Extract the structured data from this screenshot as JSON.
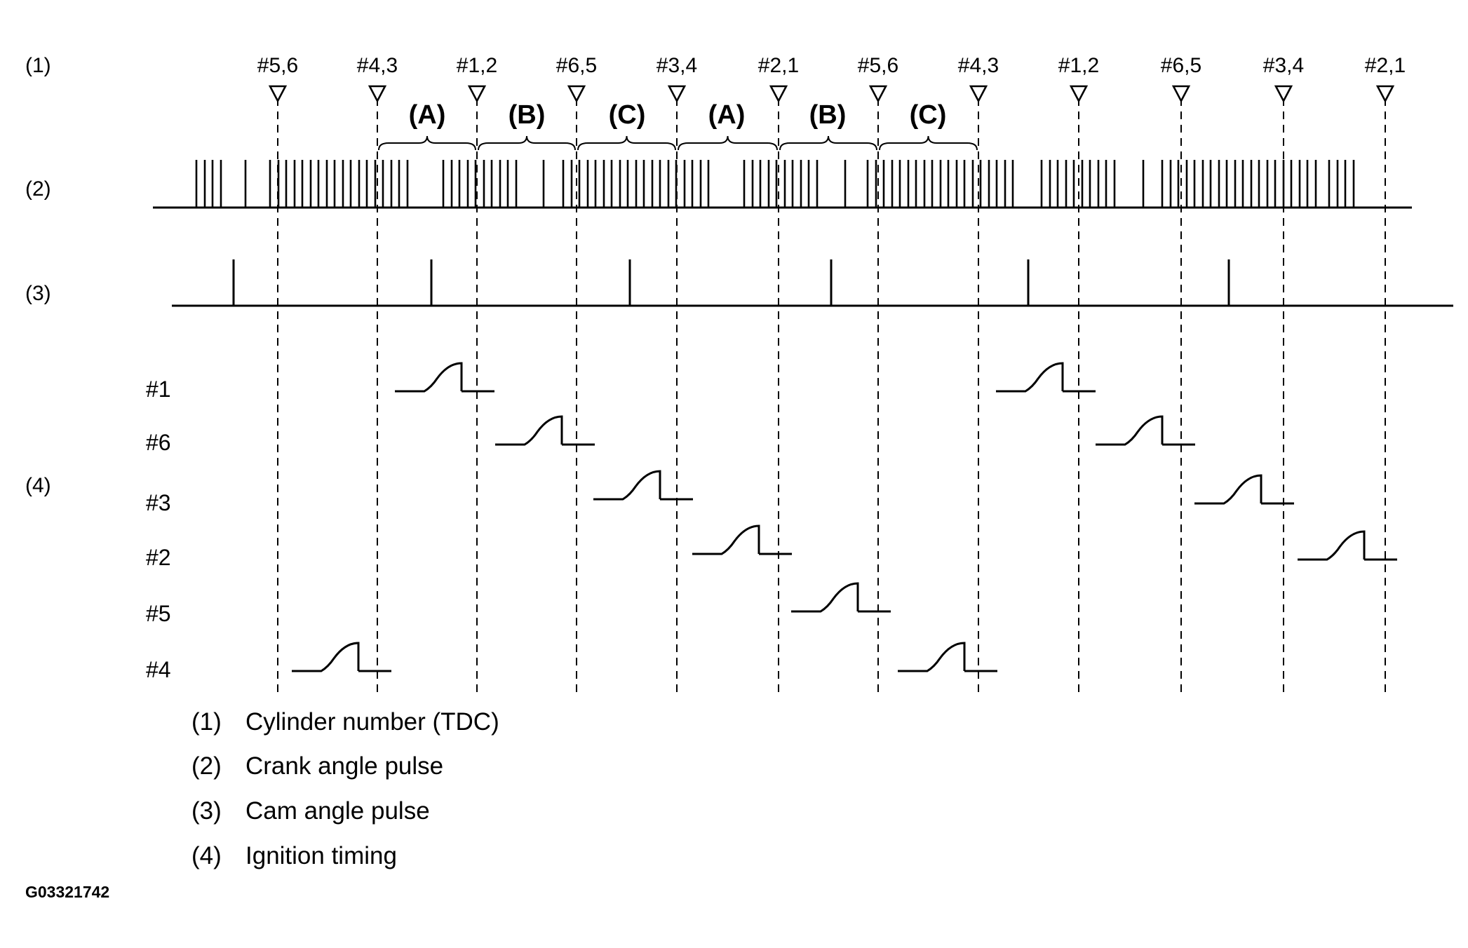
{
  "rows": [
    {
      "id": "row-1",
      "label": "(1)"
    },
    {
      "id": "row-2",
      "label": "(2)"
    },
    {
      "id": "row-3",
      "label": "(3)"
    },
    {
      "id": "row-4",
      "label": "(4)"
    }
  ],
  "tdc_markers": [
    "#5,6",
    "#4,3",
    "#1,2",
    "#6,5",
    "#3,4",
    "#2,1",
    "#5,6",
    "#4,3",
    "#1,2",
    "#6,5",
    "#3,4",
    "#2,1"
  ],
  "segments": [
    "(A)",
    "(B)",
    "(C)",
    "(A)",
    "(B)",
    "(C)"
  ],
  "cylinders": [
    "#1",
    "#6",
    "#3",
    "#2",
    "#5",
    "#4"
  ],
  "legend": [
    {
      "num": "(1)",
      "text": "Cylinder number (TDC)"
    },
    {
      "num": "(2)",
      "text": "Crank angle pulse"
    },
    {
      "num": "(3)",
      "text": "Cam angle pulse"
    },
    {
      "num": "(4)",
      "text": "Ignition timing"
    }
  ],
  "figure_id": "G03321742"
}
